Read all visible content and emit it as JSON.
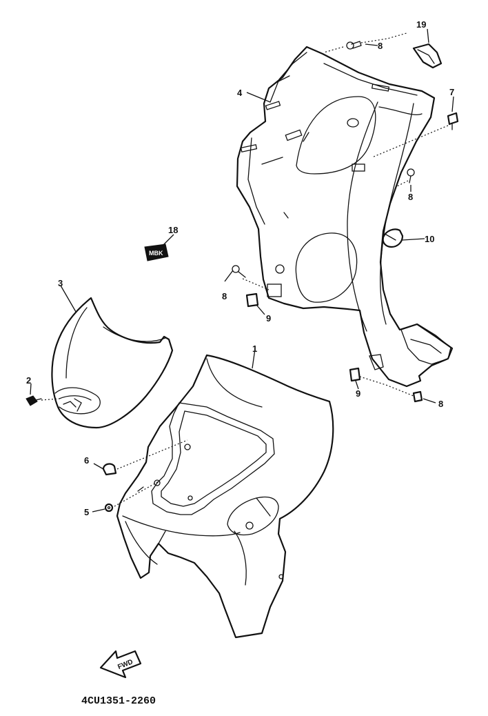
{
  "drawing_code": "4CU1351-2260",
  "fwd_label": "FWD",
  "badge_label": "MBK",
  "callouts": {
    "c1": "1",
    "c2": "2",
    "c3": "3",
    "c4": "4",
    "c5": "5",
    "c6": "6",
    "c7": "7",
    "c8a": "8",
    "c8b": "8",
    "c8c": "8",
    "c8d": "8",
    "c9a": "9",
    "c9b": "9",
    "c10": "10",
    "c18": "18",
    "c19": "19"
  }
}
